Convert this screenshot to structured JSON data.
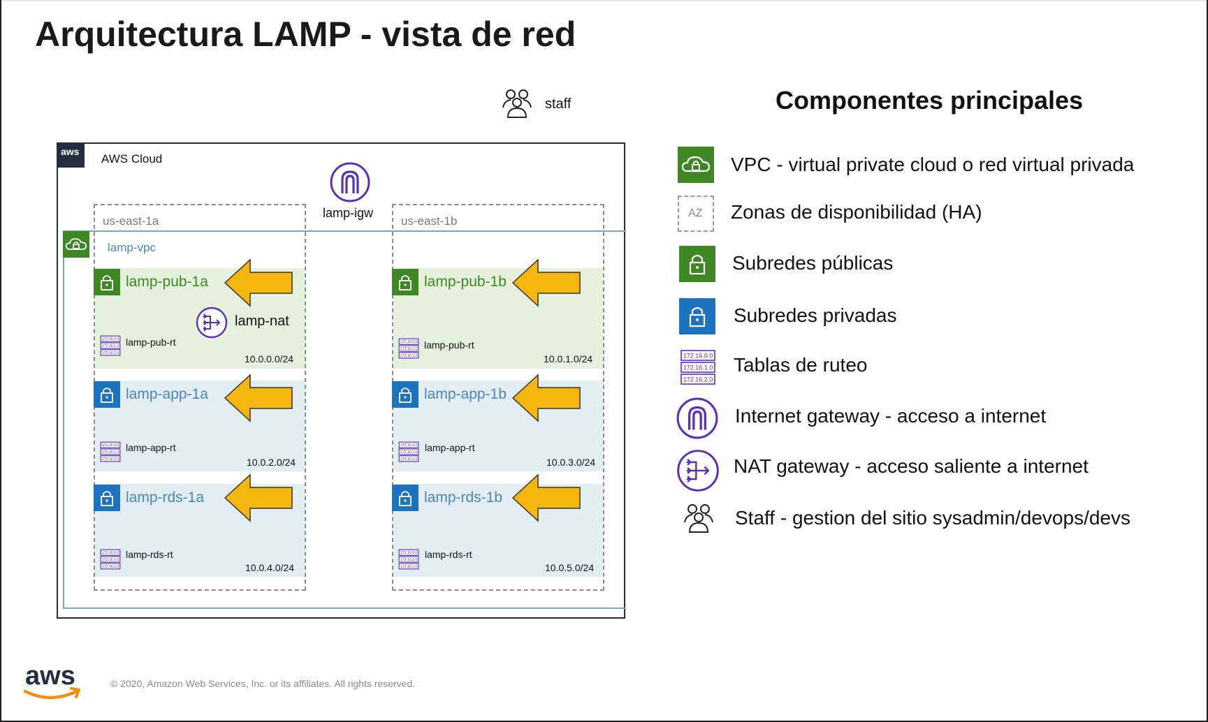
{
  "title": "Arquitectura LAMP - vista de red",
  "staff_label": "staff",
  "cloud": {
    "logo_text": "aws",
    "label": "AWS Cloud",
    "vpc_label": "lamp-vpc",
    "igw_label": "lamp-igw",
    "az_a": "us-east-1a",
    "az_b": "us-east-1b",
    "nat_label": "lamp-nat",
    "subnets": {
      "pub_1a": {
        "name": "lamp-pub-1a",
        "rt": "lamp-pub-rt",
        "cidr": "10.0.0.0/24"
      },
      "pub_1b": {
        "name": "lamp-pub-1b",
        "rt": "lamp-pub-rt",
        "cidr": "10.0.1.0/24"
      },
      "app_1a": {
        "name": "lamp-app-1a",
        "rt": "lamp-app-rt",
        "cidr": "10.0.2.0/24"
      },
      "app_1b": {
        "name": "lamp-app-1b",
        "rt": "lamp-app-rt",
        "cidr": "10.0.3.0/24"
      },
      "rds_1a": {
        "name": "lamp-rds-1a",
        "rt": "lamp-rds-rt",
        "cidr": "10.0.4.0/24"
      },
      "rds_1b": {
        "name": "lamp-rds-1b",
        "rt": "lamp-rds-rt",
        "cidr": "10.0.5.0/24"
      }
    },
    "rt_icon_lines": [
      "172.16.0.0",
      "172.16.1.0",
      "172.16.2.0"
    ]
  },
  "legend": {
    "title": "Componentes principales",
    "az_icon_text": "AZ",
    "items": [
      {
        "icon": "vpc-icon",
        "text": "VPC - virtual private cloud o red virtual privada"
      },
      {
        "icon": "availability-zone-icon",
        "text": "Zonas de disponibilidad (HA)"
      },
      {
        "icon": "public-subnet-icon",
        "text": "Subredes públicas"
      },
      {
        "icon": "private-subnet-icon",
        "text": "Subredes privadas"
      },
      {
        "icon": "route-table-icon",
        "text": "Tablas de ruteo"
      },
      {
        "icon": "internet-gateway-icon",
        "text": "Internet gateway - acceso a internet"
      },
      {
        "icon": "nat-gateway-icon",
        "text": "NAT gateway - acceso saliente a internet"
      },
      {
        "icon": "staff-icon",
        "text": "Staff - gestion del sitio sysadmin/devops/devs"
      }
    ]
  },
  "footer": {
    "logo_text": "aws",
    "copyright": "© 2020, Amazon Web Services, Inc. or its affiliates. All rights reserved."
  },
  "colors": {
    "public_green": "#3f8624",
    "private_blue": "#1e73be",
    "arrow_yellow": "#f5b70f",
    "gateway_purple": "#5a30b5",
    "public_bg": "#e5f1dc",
    "private_bg": "#e3eef3"
  }
}
